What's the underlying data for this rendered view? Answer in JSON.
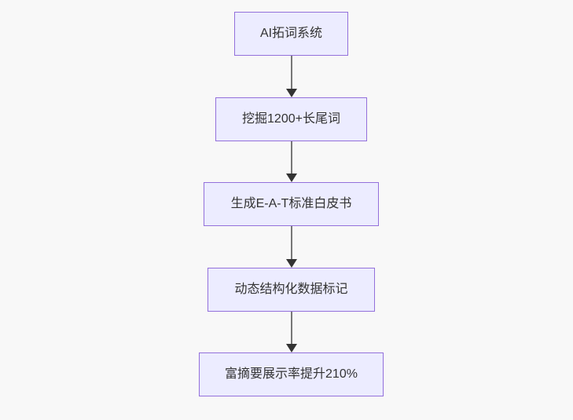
{
  "diagram": {
    "type": "flowchart",
    "direction": "top-down",
    "background_color": "#f8f8f8",
    "node_fill_color": "#ECECFF",
    "node_border_color": "#9370DB",
    "node_text_color": "#333333",
    "edge_line_color": "#777777",
    "arrowhead_color": "#333333",
    "nodes": [
      {
        "id": "step-1",
        "label": "AI拓词系统"
      },
      {
        "id": "step-2",
        "label": "挖掘1200+长尾词"
      },
      {
        "id": "step-3",
        "label": "生成E-A-T标准白皮书"
      },
      {
        "id": "step-4",
        "label": "动态结构化数据标记"
      },
      {
        "id": "step-5",
        "label": "富摘要展示率提升210%"
      }
    ],
    "edges": [
      {
        "from": "step-1",
        "to": "step-2"
      },
      {
        "from": "step-2",
        "to": "step-3"
      },
      {
        "from": "step-3",
        "to": "step-4"
      },
      {
        "from": "step-4",
        "to": "step-5"
      }
    ]
  }
}
